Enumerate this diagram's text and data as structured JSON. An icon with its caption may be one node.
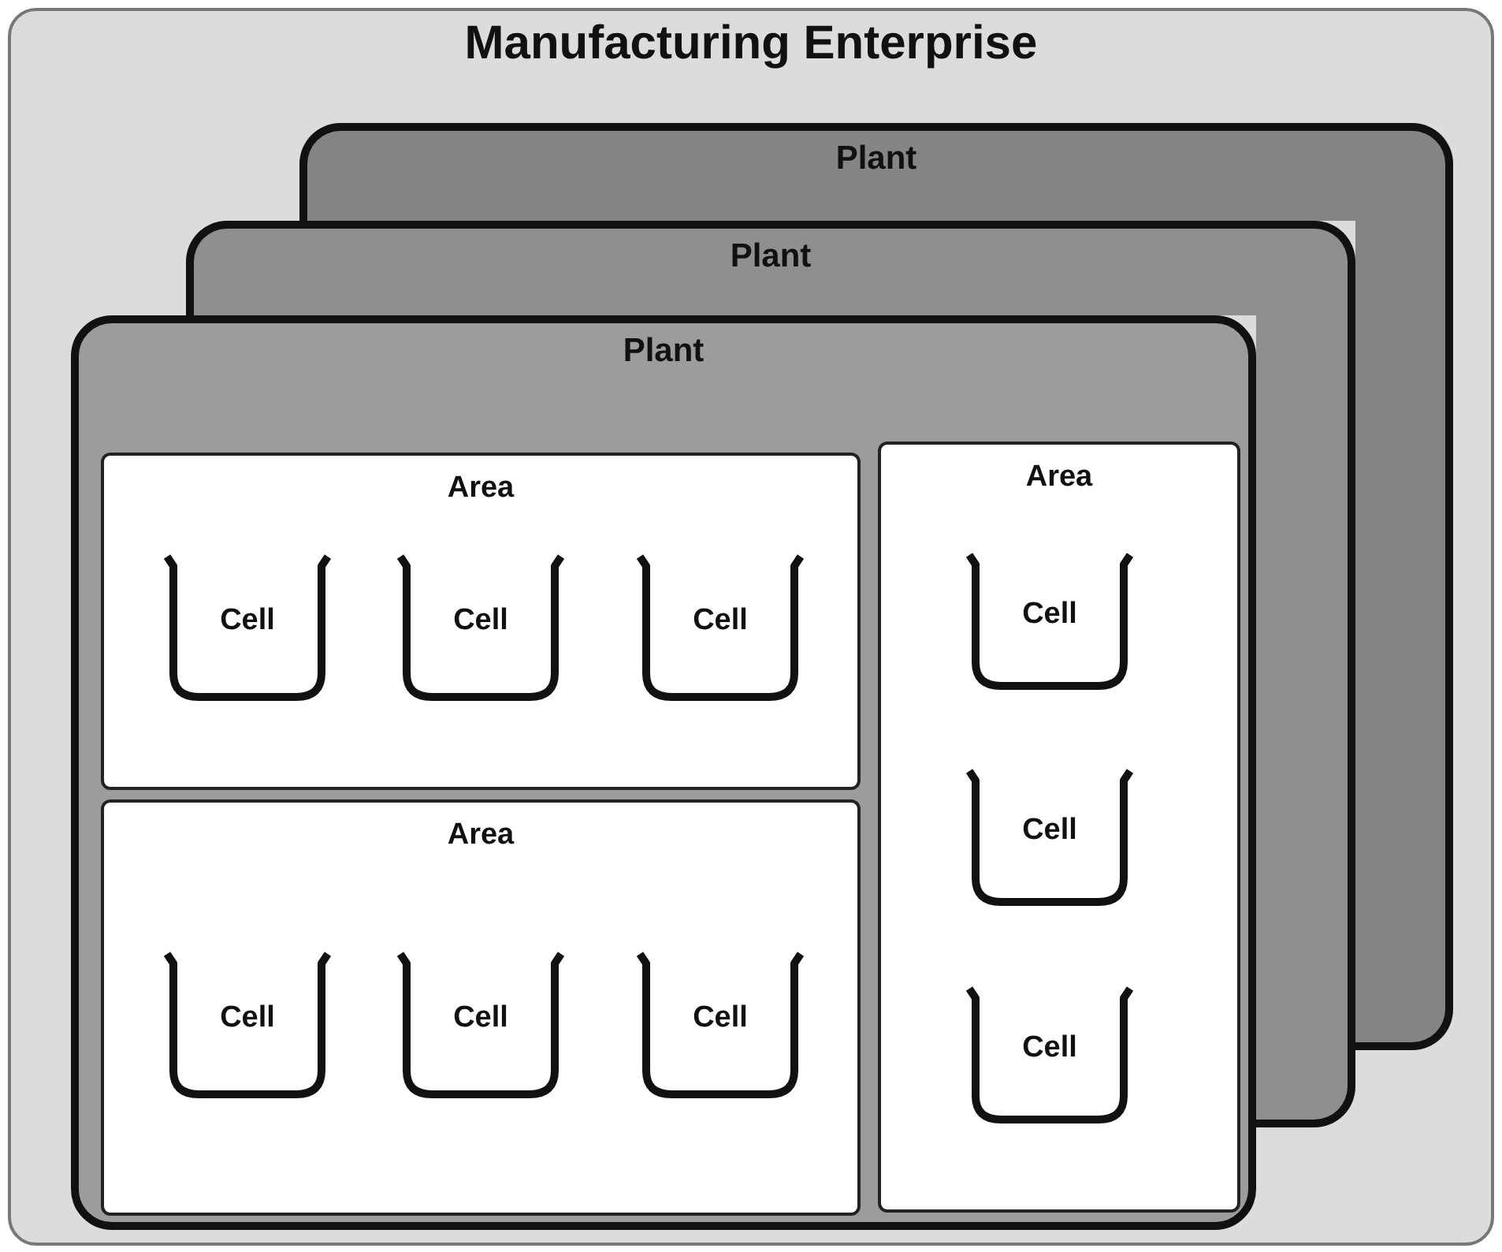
{
  "diagram": {
    "nodes": [
      {
        "text": [
          "Manufacturing Enterprise"
        ]
      },
      {
        "text": [
          "Plant"
        ],
        "in": 0
      },
      {
        "text": [
          "Plant"
        ],
        "in": 0
      },
      {
        "text": [
          "Plant"
        ],
        "in": 0
      },
      {
        "text": [
          "Area"
        ],
        "in": 3
      },
      {
        "text": [
          "Cell"
        ],
        "in": 4
      },
      {
        "text": [
          "Cell"
        ],
        "in": 4
      },
      {
        "text": [
          "Cell"
        ],
        "in": 4
      },
      {
        "text": [
          "Area"
        ],
        "in": 3
      },
      {
        "text": [
          "Cell"
        ],
        "in": 8
      },
      {
        "text": [
          "Cell"
        ],
        "in": 8
      },
      {
        "text": [
          "Cell"
        ],
        "in": 8
      },
      {
        "text": [
          "Area"
        ],
        "in": 3
      },
      {
        "text": [
          "Cell"
        ],
        "in": 12
      },
      {
        "text": [
          "Cell"
        ],
        "in": 12
      },
      {
        "text": [
          "Cell"
        ],
        "in": 12
      }
    ],
    "edges": []
  }
}
